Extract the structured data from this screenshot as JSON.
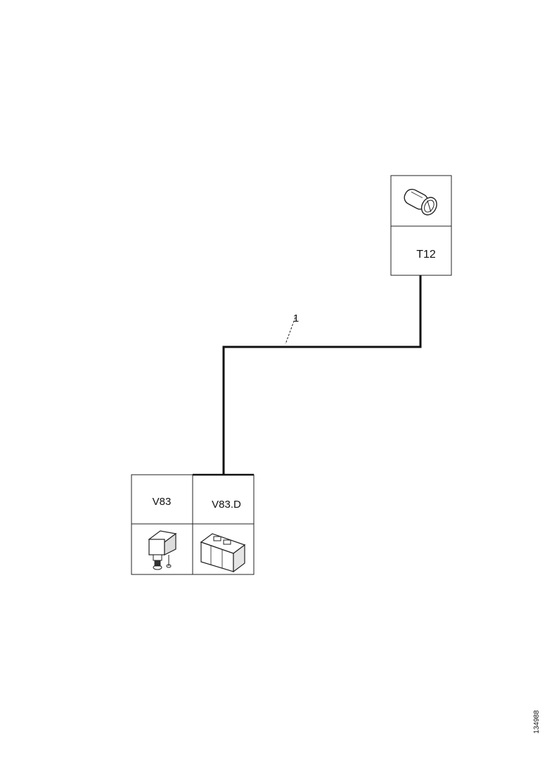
{
  "components": [
    {
      "id": "t12",
      "label": "T12",
      "icon": "bulb-socket-icon"
    },
    {
      "id": "v83",
      "label": "V83",
      "icon": "connector-assembly-icon"
    },
    {
      "id": "v83d",
      "label": "V83.D",
      "icon": "connector-housing-icon"
    }
  ],
  "wires": [
    {
      "label": "1"
    }
  ],
  "reference_code": "134988"
}
